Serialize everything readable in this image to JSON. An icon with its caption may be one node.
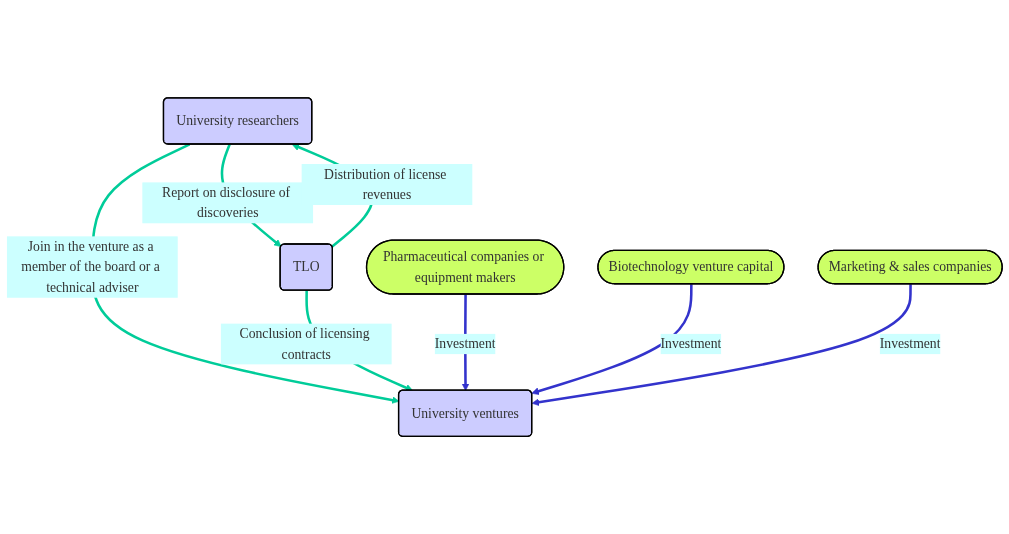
{
  "diagram": {
    "nodes": [
      {
        "text": [
          "University researchers"
        ]
      },
      {
        "text": [
          "TLO"
        ]
      },
      {
        "text": [
          "University ventures"
        ]
      },
      {
        "text": [
          "Pharmaceutical companies or equipment makers"
        ]
      },
      {
        "text": [
          "Biotechnology venture capital"
        ]
      },
      {
        "text": [
          "Marketing & sales companies"
        ]
      }
    ],
    "edges": [
      {
        "from": 0,
        "to": 1,
        "arrow": "to",
        "label": "Report on disclosure of discoveries"
      },
      {
        "from": 1,
        "to": 0,
        "arrow": "to",
        "label": "Distribution of license revenues"
      },
      {
        "from": 0,
        "to": 2,
        "arrow": "to",
        "label": "Join in the venture as a member of the board or a technical adviser"
      },
      {
        "from": 1,
        "to": 2,
        "arrow": "to",
        "label": "Conclusion of licensing contracts"
      },
      {
        "from": 3,
        "to": 2,
        "arrow": "to",
        "label": "Investment",
        "color": "#3333cc"
      },
      {
        "from": 4,
        "to": 2,
        "arrow": "to",
        "label": "Investment",
        "color": "#3333cc"
      },
      {
        "from": 5,
        "to": 2,
        "arrow": "to",
        "label": "Investment",
        "color": "#3333cc"
      }
    ]
  }
}
